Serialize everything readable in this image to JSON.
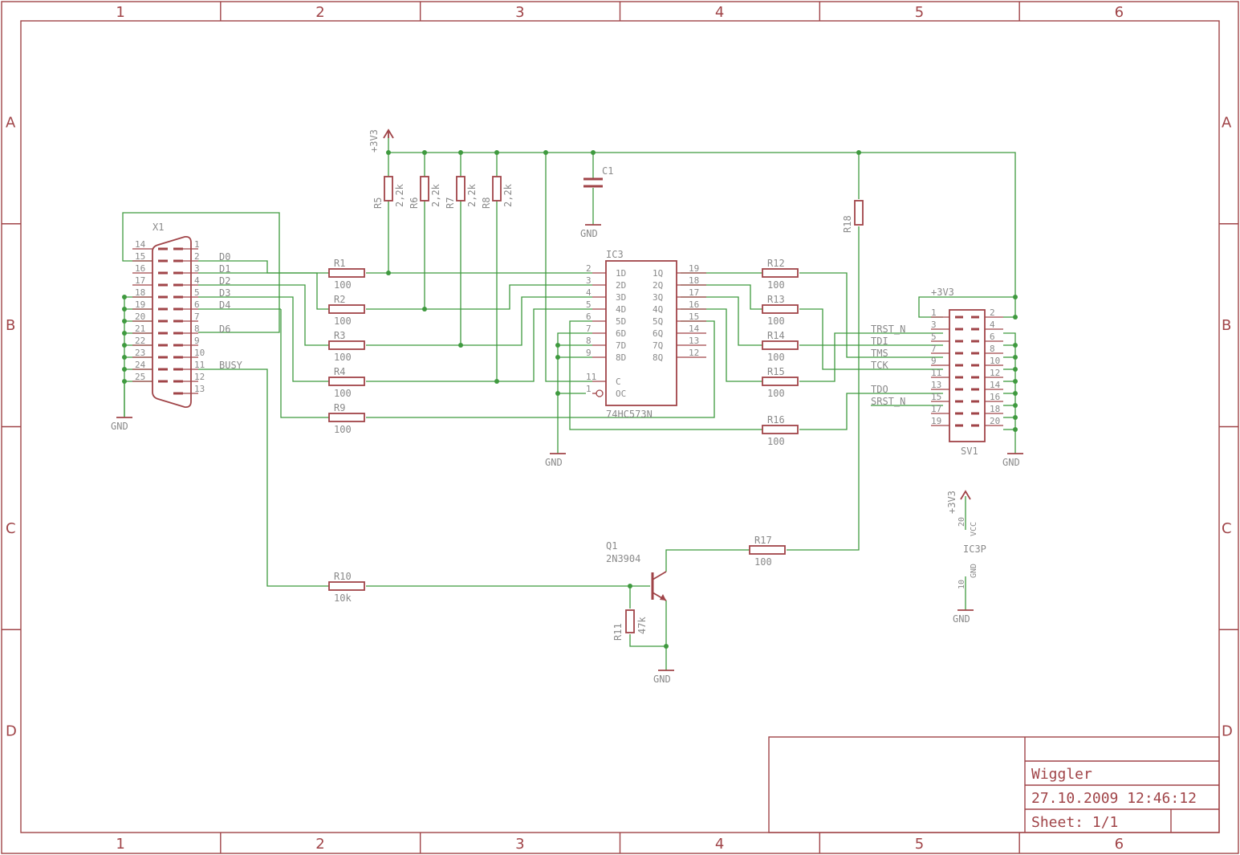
{
  "frame": {
    "columns": [
      "1",
      "2",
      "3",
      "4",
      "5",
      "6"
    ],
    "rows": [
      "A",
      "B",
      "C",
      "D"
    ]
  },
  "title_block": {
    "project": "Wiggler",
    "datetime": "27.10.2009 12:46:12",
    "sheet": "Sheet: 1/1"
  },
  "supply": {
    "vcc": "+3V3",
    "gnd": "GND"
  },
  "connector_x1": {
    "ref": "X1",
    "pins_left": [
      "14",
      "15",
      "16",
      "17",
      "18",
      "19",
      "20",
      "21",
      "22",
      "23",
      "24",
      "25"
    ],
    "pins_right": [
      "1",
      "2",
      "3",
      "4",
      "5",
      "6",
      "7",
      "8",
      "9",
      "10",
      "11",
      "12",
      "13"
    ],
    "nets": {
      "d0": "D0",
      "d1": "D1",
      "d2": "D2",
      "d3": "D3",
      "d4": "D4",
      "d6": "D6",
      "busy": "BUSY"
    }
  },
  "ic3": {
    "ref": "IC3",
    "part": "74HC573N",
    "left_pins": [
      "2",
      "3",
      "4",
      "5",
      "6",
      "7",
      "8",
      "9",
      "11",
      "1"
    ],
    "left_names": [
      "1D",
      "2D",
      "3D",
      "4D",
      "5D",
      "6D",
      "7D",
      "8D",
      "C",
      "OC"
    ],
    "right_pins": [
      "19",
      "18",
      "17",
      "16",
      "15",
      "14",
      "13",
      "12"
    ],
    "right_names": [
      "1Q",
      "2Q",
      "3Q",
      "4Q",
      "5Q",
      "6Q",
      "7Q",
      "8Q"
    ]
  },
  "sv1": {
    "ref": "SV1",
    "pins_left": [
      "1",
      "3",
      "5",
      "7",
      "9",
      "11",
      "13",
      "15",
      "17",
      "19"
    ],
    "pins_right": [
      "2",
      "4",
      "6",
      "8",
      "10",
      "12",
      "14",
      "16",
      "18",
      "20"
    ],
    "nets": [
      "TRST_N",
      "TDI",
      "TMS",
      "TCK",
      "TDO",
      "SRST_N"
    ]
  },
  "resistors_input": [
    {
      "ref": "R1",
      "value": "100"
    },
    {
      "ref": "R2",
      "value": "100"
    },
    {
      "ref": "R3",
      "value": "100"
    },
    {
      "ref": "R4",
      "value": "100"
    },
    {
      "ref": "R9",
      "value": "100"
    }
  ],
  "resistors_output": [
    {
      "ref": "R12",
      "value": "100"
    },
    {
      "ref": "R13",
      "value": "100"
    },
    {
      "ref": "R14",
      "value": "100"
    },
    {
      "ref": "R15",
      "value": "100"
    },
    {
      "ref": "R16",
      "value": "100"
    }
  ],
  "pullups": [
    {
      "ref": "R5",
      "value": "2,2k"
    },
    {
      "ref": "R6",
      "value": "2,2k"
    },
    {
      "ref": "R7",
      "value": "2,2k"
    },
    {
      "ref": "R8",
      "value": "2,2k"
    }
  ],
  "r18": {
    "ref": "R18"
  },
  "c1": {
    "ref": "C1"
  },
  "r17": {
    "ref": "R17",
    "value": "100"
  },
  "r10": {
    "ref": "R10",
    "value": "10k"
  },
  "r11": {
    "ref": "R11",
    "value": "47k"
  },
  "q1": {
    "ref": "Q1",
    "part": "2N3904"
  },
  "ic3p": {
    "ref": "IC3P",
    "vcc_pin": "20",
    "vcc_name": "VCC",
    "gnd_pin": "10",
    "gnd_name": "GND"
  },
  "colors": {
    "symbol": "#a04448",
    "wire": "#3f9a3f",
    "label": "#8a8a8a"
  }
}
